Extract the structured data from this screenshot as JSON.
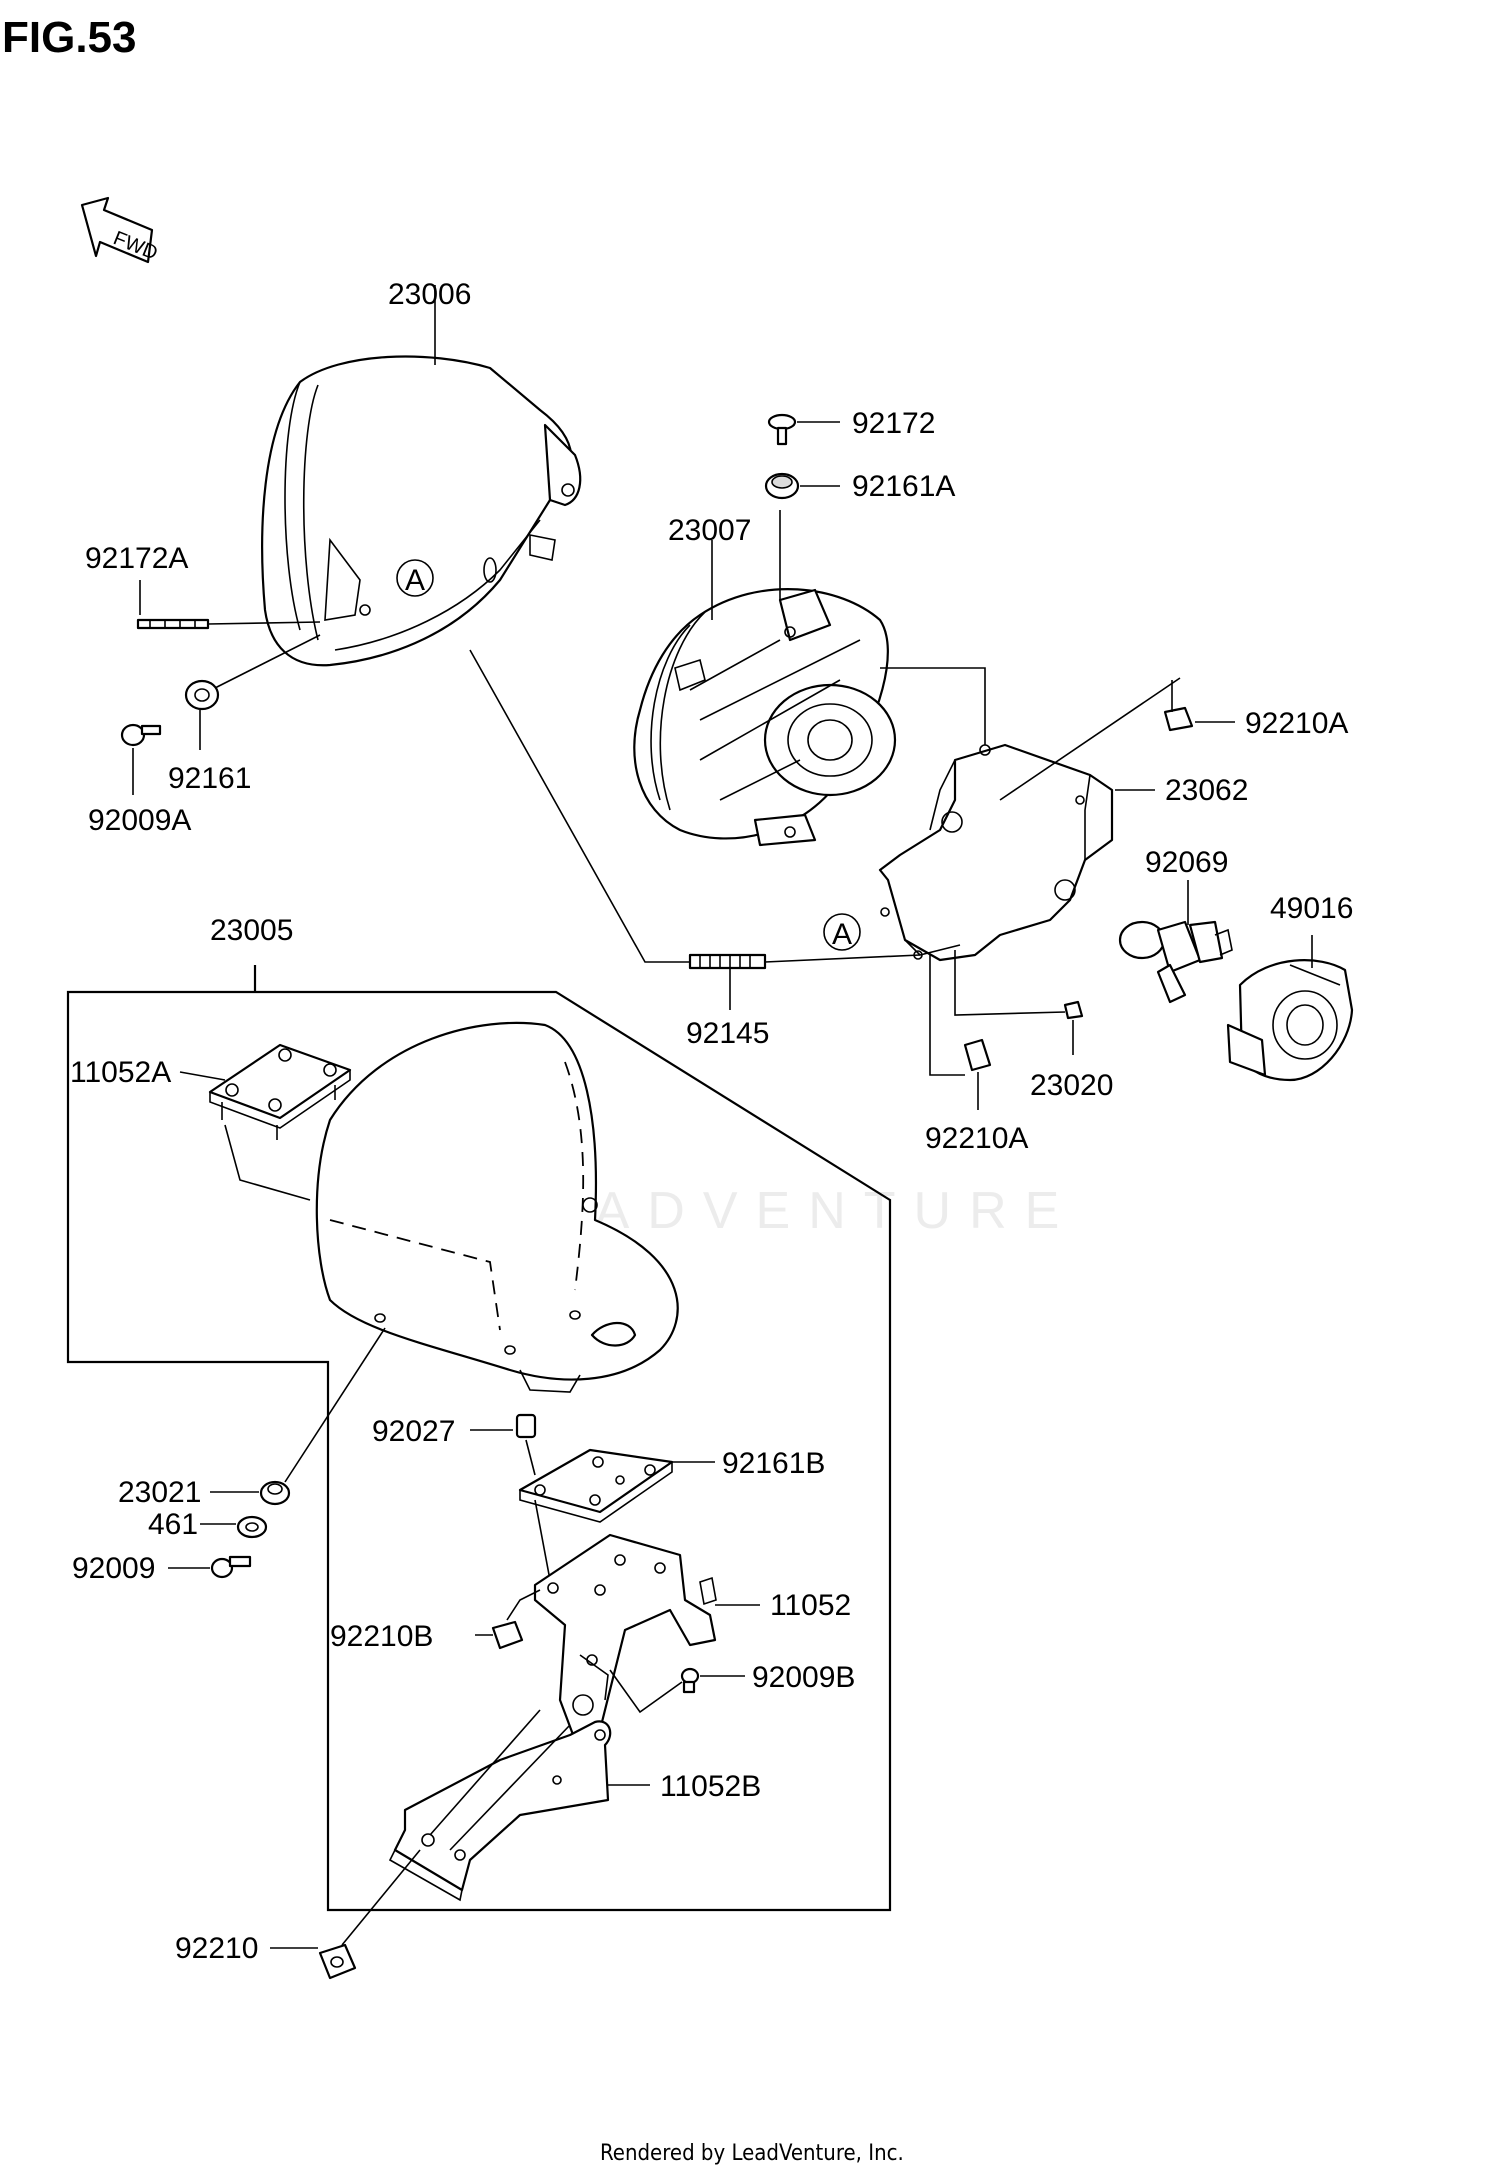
{
  "figure": {
    "title": "FIG.53",
    "fwd_label": "FWD"
  },
  "watermark": "LEADVENTURE",
  "footer": "Rendered by LeadVenture, Inc.",
  "callouts": {
    "c23006": "23006",
    "c92172": "92172",
    "c92161A": "92161A",
    "c23007": "23007",
    "c92172A": "92172A",
    "c92161": "92161",
    "c92009A": "92009A",
    "c92210A_1": "92210A",
    "c23062": "23062",
    "c92069": "92069",
    "c49016": "49016",
    "c23005": "23005",
    "c92145": "92145",
    "c23020": "23020",
    "c92210A_2": "92210A",
    "c11052A": "11052A",
    "c92027": "92027",
    "c92161B": "92161B",
    "c23021": "23021",
    "c461": "461",
    "c92009": "92009",
    "c11052": "11052",
    "c92210B": "92210B",
    "c92009B": "92009B",
    "c11052B": "11052B",
    "c92210": "92210"
  },
  "reference_marks": {
    "ref_a_1": "A",
    "ref_a_2": "A"
  }
}
